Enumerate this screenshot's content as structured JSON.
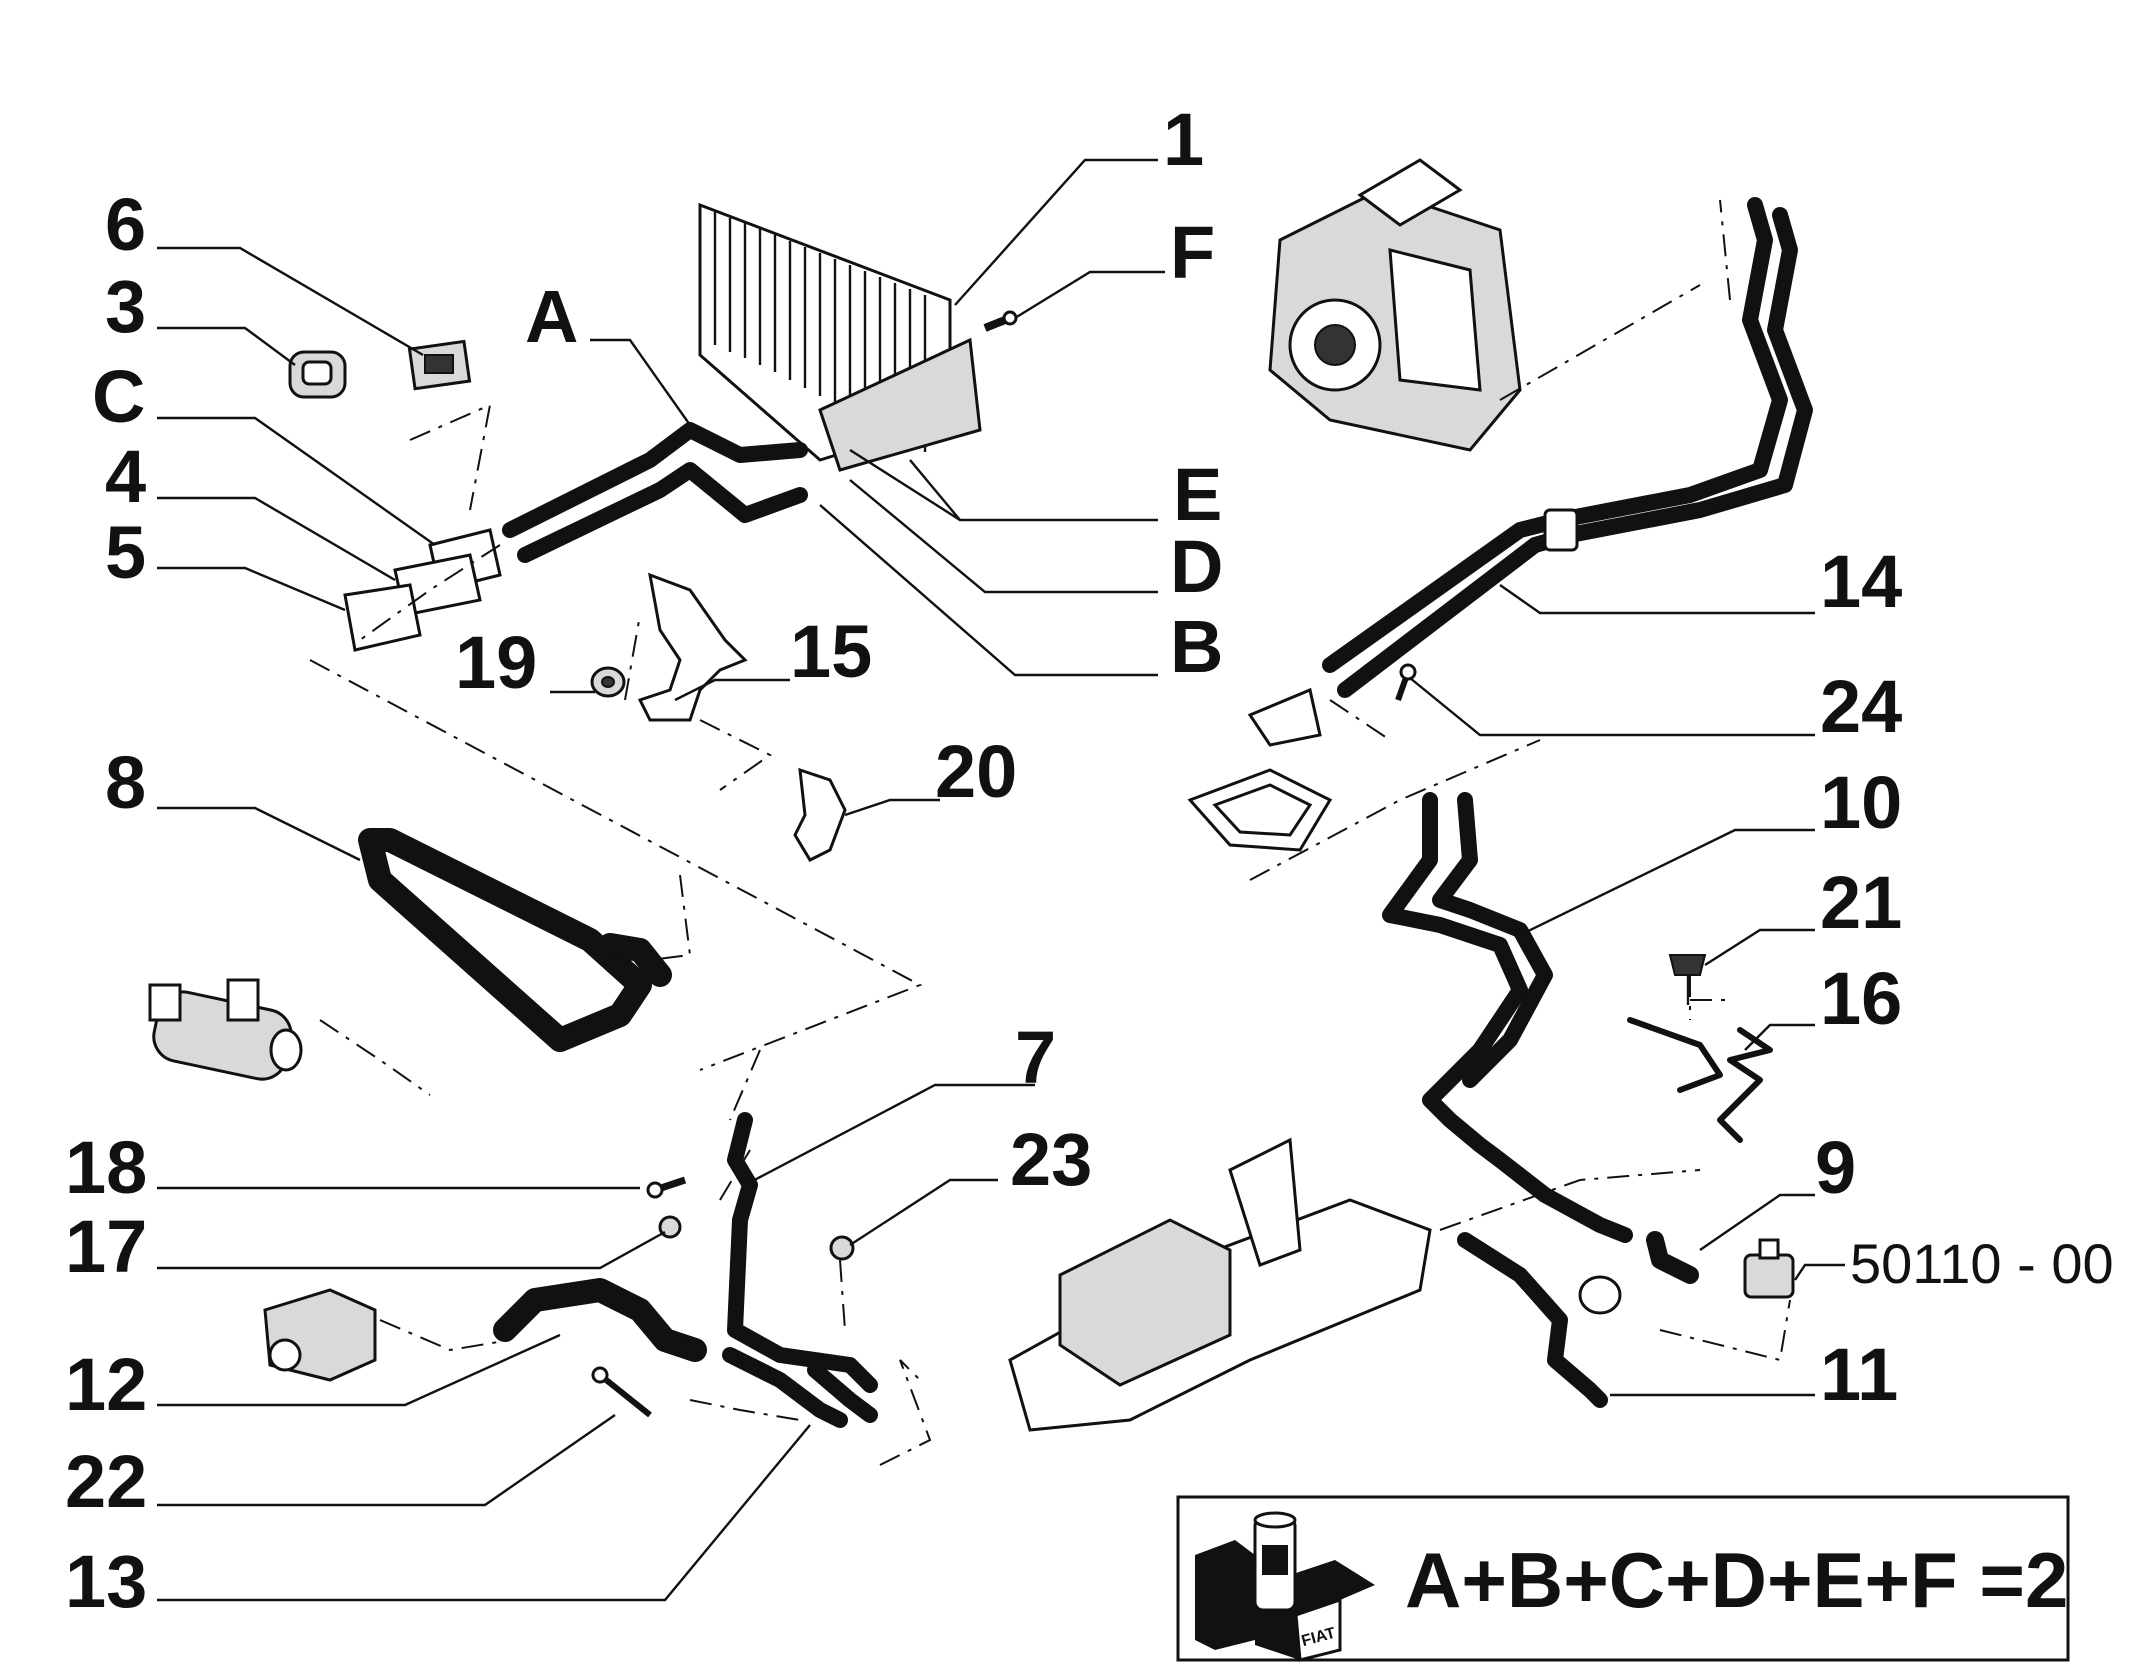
{
  "diagram_code": "50110 - 00",
  "callouts": {
    "c1": "1",
    "c2": "F",
    "c3": "6",
    "c4": "3",
    "c5": "A",
    "c6": "C",
    "c7": "4",
    "c8": "5",
    "c9": "E",
    "c10": "D",
    "c11": "B",
    "c12": "14",
    "c13": "19",
    "c14": "15",
    "c15": "24",
    "c16": "20",
    "c17": "8",
    "c18": "10",
    "c19": "21",
    "c20": "16",
    "c21": "7",
    "c22": "9",
    "c23": "18",
    "c24": "23",
    "c25": "17",
    "c26": "12",
    "c27": "11",
    "c28": "22",
    "c29": "13"
  },
  "formula": {
    "text": "A+B+C+D+E+F =2"
  },
  "logo_text": "FIAT"
}
